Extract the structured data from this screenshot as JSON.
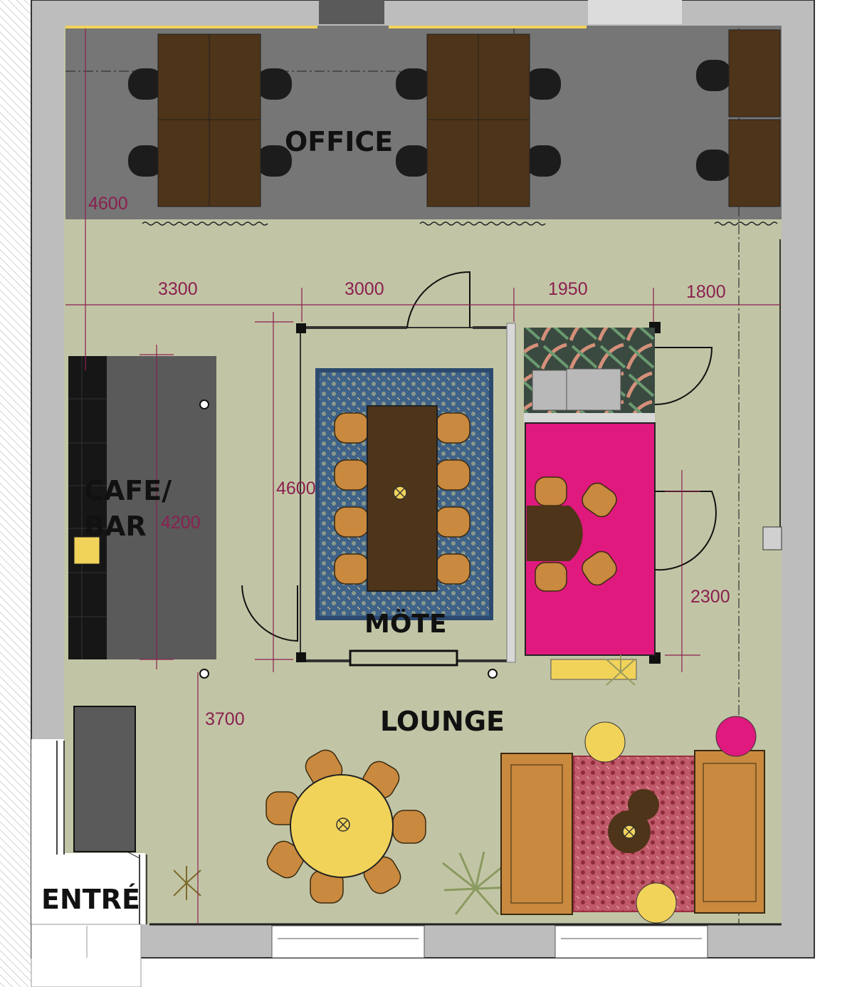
{
  "plan": {
    "rooms": {
      "office": "OFFICE",
      "cafe_line1": "CAFE/",
      "cafe_line2": "BAR",
      "meeting": "MÖTE",
      "lounge": "LOUNGE",
      "entrance": "ENTRÉ"
    },
    "dimensions": {
      "d4600_left": "4600",
      "d3300": "3300",
      "d3000": "3000",
      "d1950": "1950",
      "d1800": "1800",
      "d4600_meeting": "4600",
      "d4200": "4200",
      "d2300": "2300",
      "d3700": "3700"
    },
    "colors": {
      "wall": "#bdbdbd",
      "office_floor": "#767676",
      "lounge_floor": "#c2c5a5",
      "desk": "#4e3418",
      "chair_dark": "#1c1c1c",
      "bar_counter": "#5a5a5a",
      "meeting_rug": "#3d5f86",
      "magenta_room": "#e0197e",
      "mustard": "#f2d35a",
      "orange_chair": "#c9893e",
      "dimension_line": "#8a2050"
    }
  }
}
